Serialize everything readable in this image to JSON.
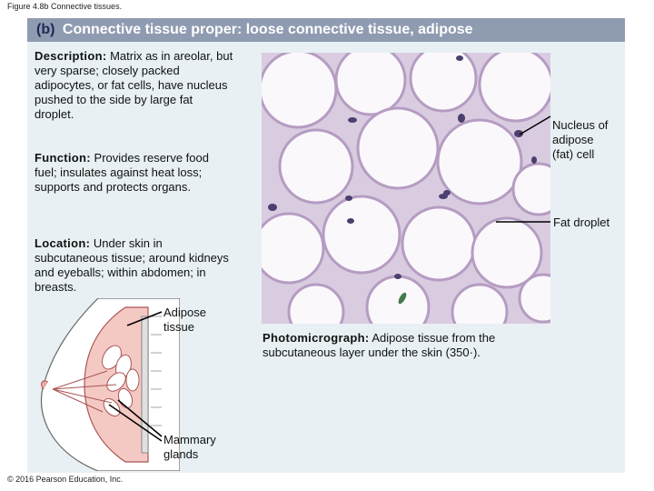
{
  "figure_caption": "Figure 4.8b Connective tissues.",
  "title": {
    "part": "(b)",
    "text": "Connective tissue proper: loose connective tissue, adipose"
  },
  "description": {
    "heading": "Description:",
    "text": "Matrix as in areolar, but very sparse; closely packed adipocytes, or fat cells, have nucleus pushed to the side by large fat droplet."
  },
  "function": {
    "heading": "Function:",
    "text": "Provides reserve food fuel; insulates against heat loss; supports and protects organs."
  },
  "location": {
    "heading": "Location:",
    "text": "Under skin in subcutaneous tissue; around kidneys and eyeballs; within abdomen; in breasts."
  },
  "labels": {
    "nucleus": [
      "Nucleus of",
      "adipose",
      "(fat) cell"
    ],
    "fat_droplet": "Fat droplet",
    "adipose_tissue": [
      "Adipose",
      "tissue"
    ],
    "mammary_glands": [
      "Mammary",
      "glands"
    ]
  },
  "photo_caption": {
    "heading": "Photomicrograph:",
    "text": "Adipose tissue from the subcutaneous layer under the skin (350·)."
  },
  "copyright": "© 2016 Pearson Education, Inc.",
  "colors": {
    "title_bar": "#8f9bb0",
    "panel": "#e8f0f4",
    "tissue_bg": "#d9cce0",
    "cell_wall": "#b59cc2",
    "nucleus": "#4a3f6e",
    "gland": "#d9746e"
  }
}
